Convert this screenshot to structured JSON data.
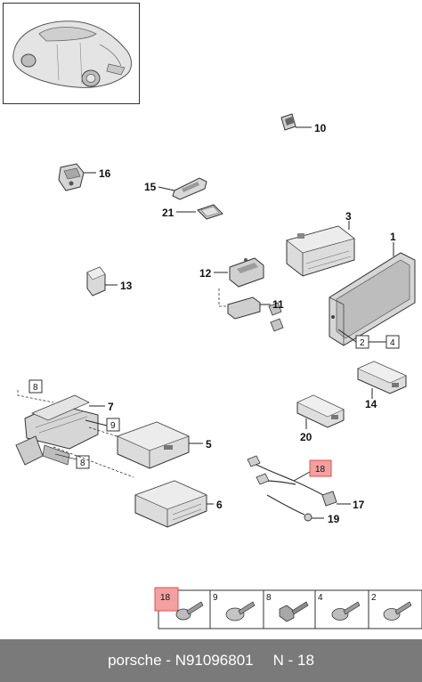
{
  "callouts": {
    "c1": "1",
    "c2": "2",
    "c3": "3",
    "c4": "4",
    "c5": "5",
    "c6": "6",
    "c7": "7",
    "c8a": "8",
    "c8b": "8",
    "c9": "9",
    "c10": "10",
    "c11": "11",
    "c12": "12",
    "c13": "13",
    "c14": "14",
    "c15": "15",
    "c16": "16",
    "c17": "17",
    "c18": "18",
    "c19": "19",
    "c20": "20",
    "c21": "21"
  },
  "screw_table": [
    {
      "label": "18",
      "highlight": true
    },
    {
      "label": "9",
      "highlight": false
    },
    {
      "label": "8",
      "highlight": false
    },
    {
      "label": "4",
      "highlight": false
    },
    {
      "label": "2",
      "highlight": false
    }
  ],
  "colors": {
    "highlight": "#f2a0a0",
    "highlight_border": "#e05050",
    "footer_bg": "#7a7a7a"
  },
  "footer": {
    "brand": "porsche",
    "separator": " - ",
    "part_number": "N91096801",
    "page": "N - 18"
  }
}
